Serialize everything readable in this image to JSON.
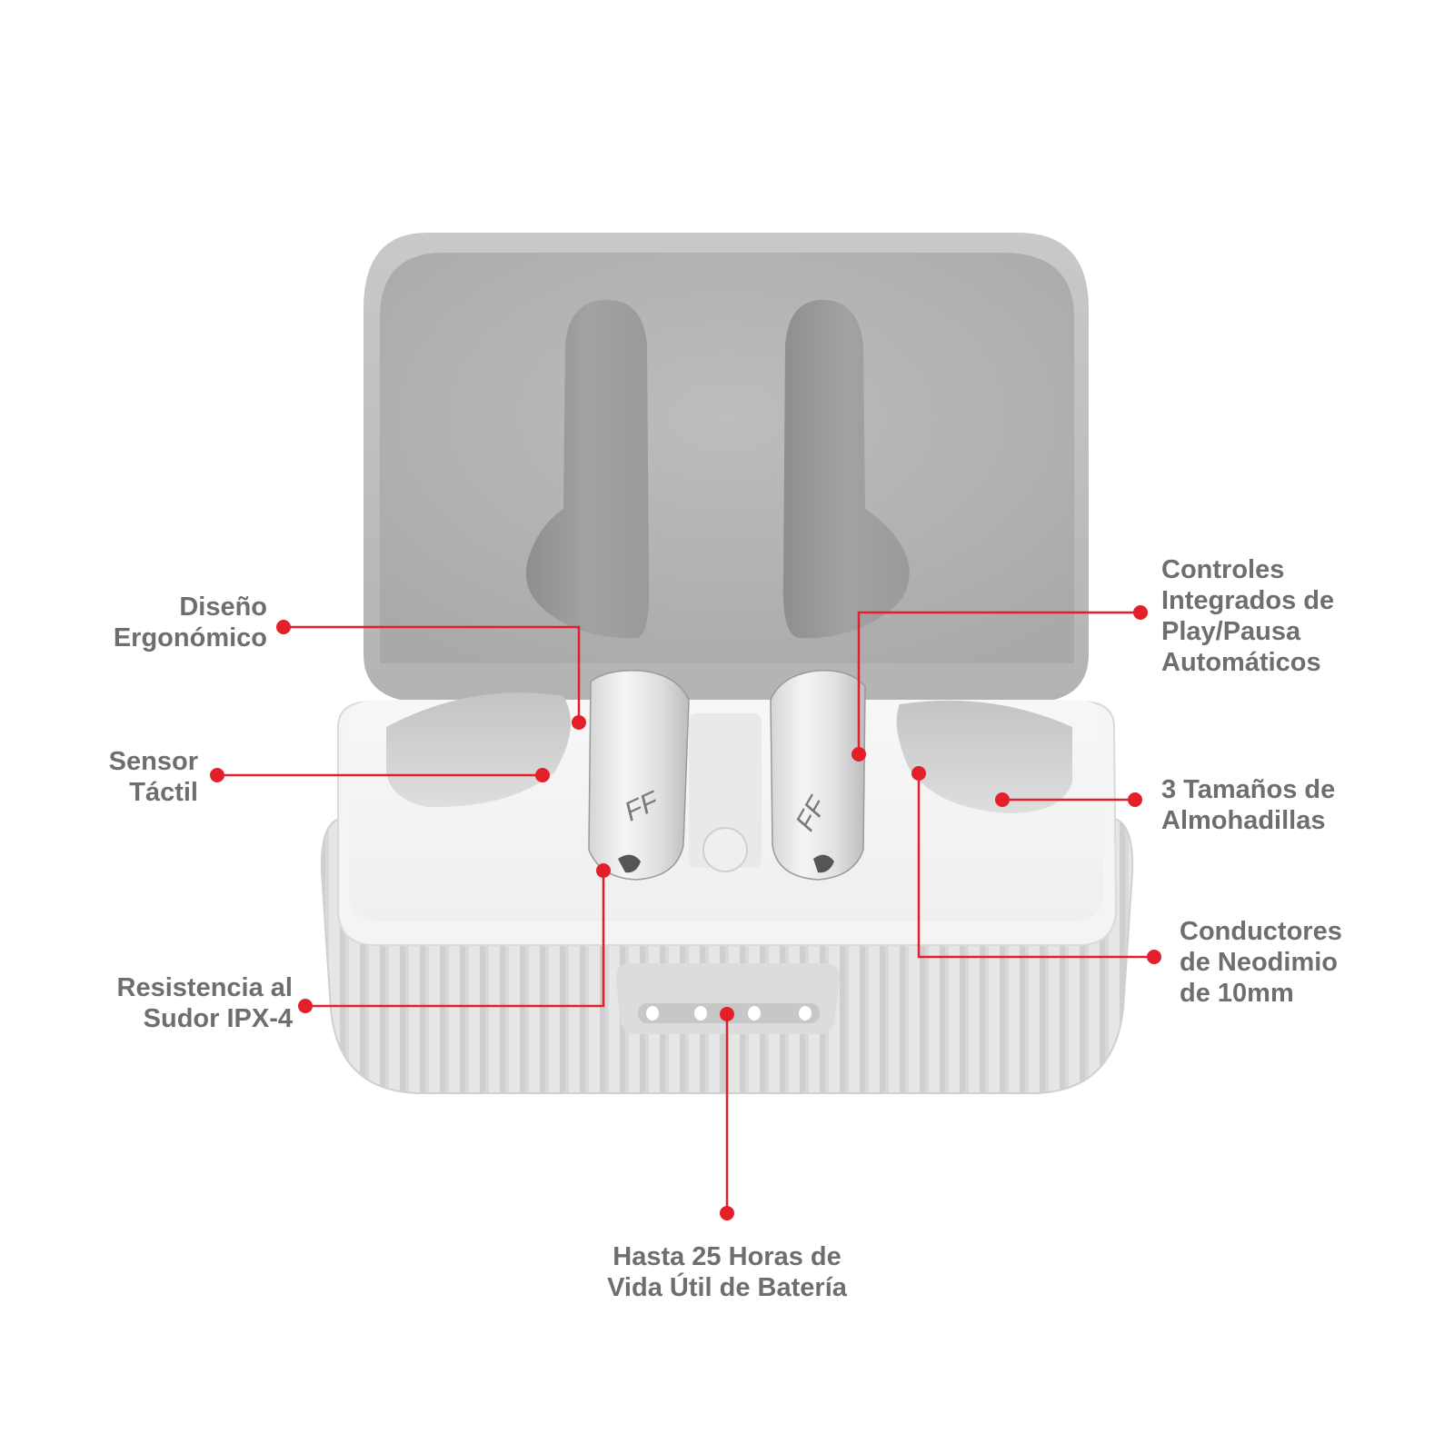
{
  "product": {
    "description": "True wireless earbuds in open white charging case",
    "colors": {
      "accent": "#e3202a",
      "label_text": "#6e6e6e",
      "case_lid": "#b8b8b8",
      "case_body": "#eeeeee",
      "background": "#ffffff"
    }
  },
  "callouts": [
    {
      "id": "ergonomic",
      "lines": [
        "Diseño",
        "Ergonómico"
      ],
      "side": "left"
    },
    {
      "id": "touch",
      "lines": [
        "Sensor",
        "Táctil"
      ],
      "side": "left"
    },
    {
      "id": "sweat",
      "lines": [
        "Resistencia al",
        "Sudor IPX-4"
      ],
      "side": "left"
    },
    {
      "id": "controls",
      "lines": [
        "Controles",
        "Integrados de",
        "Play/Pausa",
        "Automáticos"
      ],
      "side": "right"
    },
    {
      "id": "tips",
      "lines": [
        "3 Tamaños de",
        "Almohadillas"
      ],
      "side": "right"
    },
    {
      "id": "drivers",
      "lines": [
        "Conductores",
        "de Neodimio",
        "de 10mm"
      ],
      "side": "right"
    },
    {
      "id": "battery",
      "lines": [
        "Hasta 25 Horas de",
        "Vida Útil de Batería"
      ],
      "side": "bottom"
    }
  ],
  "earbud_logo": "FF"
}
